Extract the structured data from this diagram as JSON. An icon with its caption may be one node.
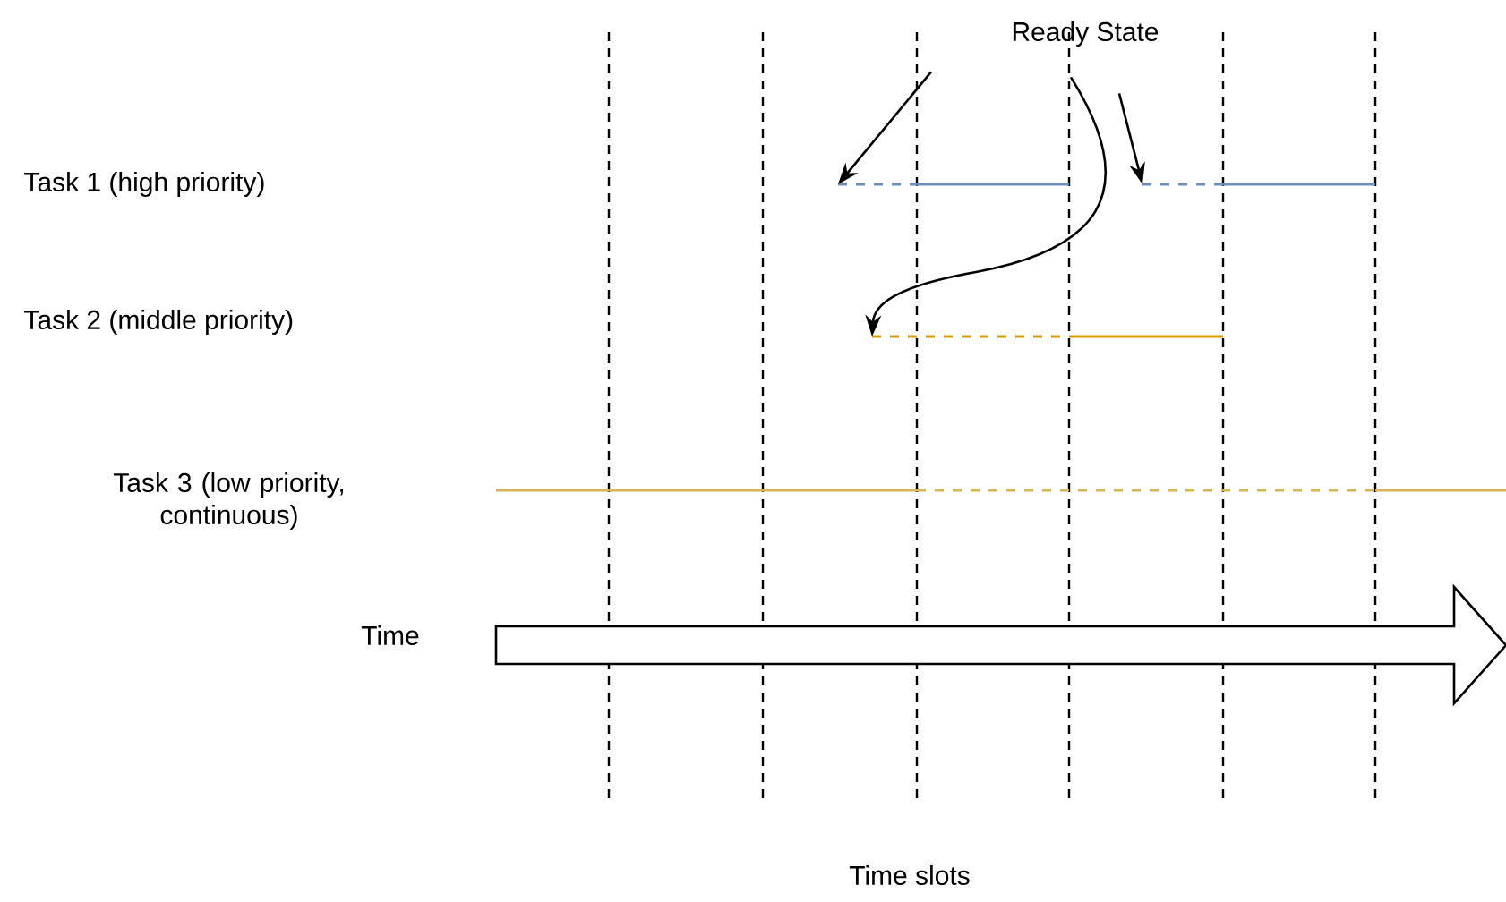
{
  "diagram": {
    "nodes": [
      {
        "text": [
          "Ready State"
        ]
      },
      {
        "text": [],
        "shape": "line"
      },
      {
        "text": [],
        "shape": "line"
      },
      {
        "text": [],
        "shape": "line"
      }
    ],
    "edges": [
      {
        "from": 0,
        "to": 1,
        "arrow": "to"
      },
      {
        "from": 0,
        "to": 2,
        "arrow": "to"
      },
      {
        "from": 0,
        "to": 3,
        "arrow": "to"
      }
    ],
    "labels": [
      "Task 1 (high priority)",
      "Task 2 (middle priority)",
      "Task 3 (low priority, continuous)",
      "Time",
      "Time slots"
    ]
  }
}
